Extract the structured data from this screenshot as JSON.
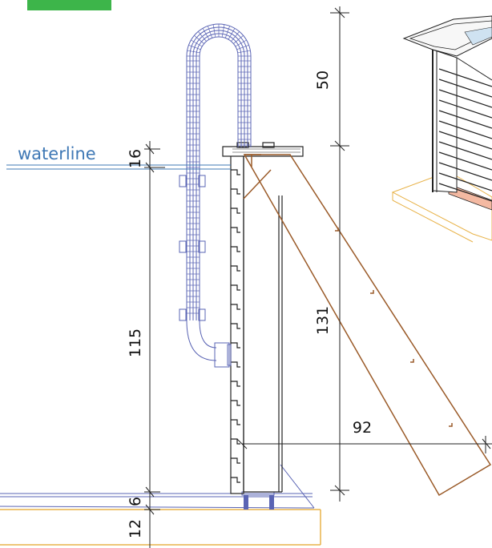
{
  "labels": {
    "waterline": "waterline",
    "dim_top_post": "50",
    "dim_waterline_gap": "16",
    "dim_pool_depth": "115",
    "dim_ladder_height": "131",
    "dim_ladder_run": "92",
    "dim_base": "6",
    "dim_slab": "12"
  },
  "colors": {
    "accent_tab": "#3db54a",
    "waterline": "#3f78b5",
    "ladder": "#9a5a28",
    "handrail": "#5a64b4",
    "slab": "#e8b34a",
    "line": "#222222"
  }
}
